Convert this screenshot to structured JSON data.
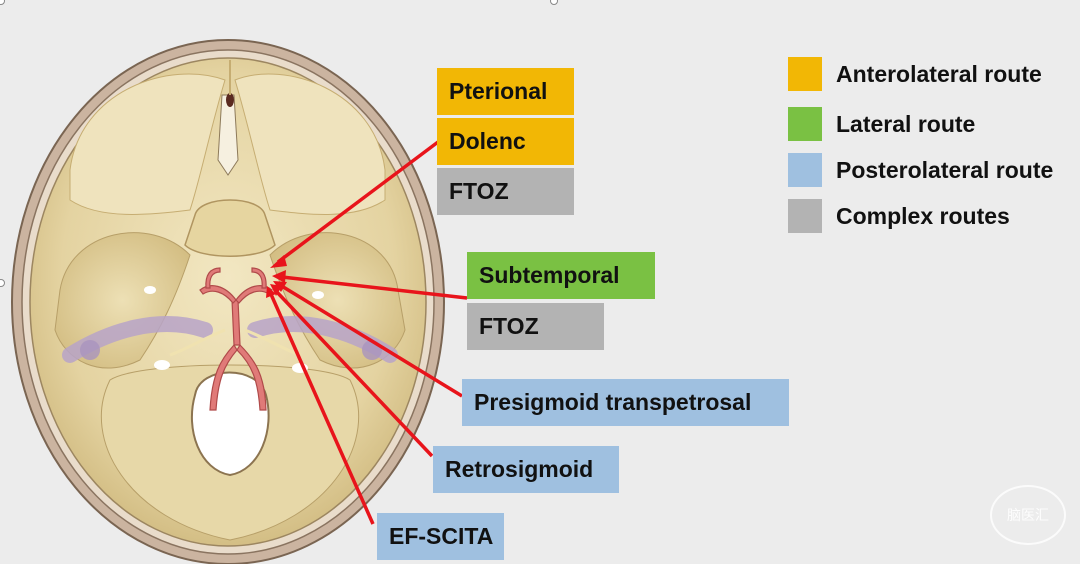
{
  "labels": {
    "pterional": "Pterional",
    "dolenc": "Dolenc",
    "ftoz_top": "FTOZ",
    "subtemporal": "Subtemporal",
    "ftoz_mid": "FTOZ",
    "presigmoid": "Presigmoid transpetrosal",
    "retrosigmoid": "Retrosigmoid",
    "efscita": "EF-SCITA"
  },
  "legend": [
    {
      "label": "Anterolateral route",
      "color": "#f2b705"
    },
    {
      "label": "Lateral route",
      "color": "#7ac143"
    },
    {
      "label": "Posterolateral route",
      "color": "#9fc0e0"
    },
    {
      "label": "Complex routes",
      "color": "#b3b3b3"
    }
  ],
  "watermark": "脑医汇",
  "arrow_color": "#e8141b"
}
